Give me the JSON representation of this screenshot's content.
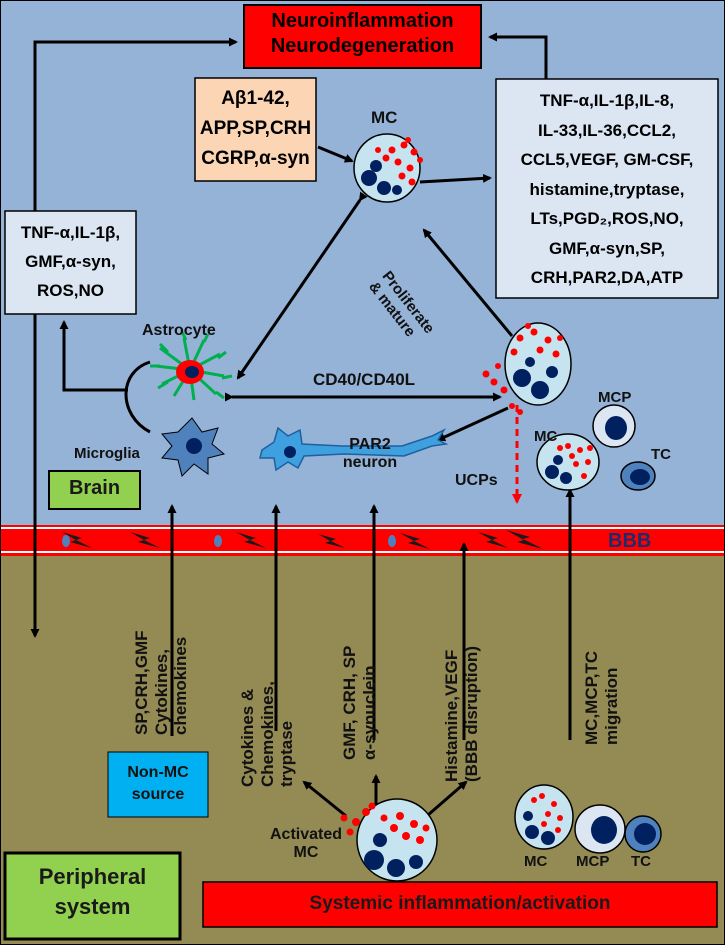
{
  "title_box": {
    "line1": "Neuroinflammation",
    "line2": "Neurodegeneration"
  },
  "stimuli_box": {
    "lines": [
      "Aβ1-42,",
      "APP,SP,CRH",
      "CGRP,α-syn"
    ]
  },
  "mediators_box": {
    "lines": [
      "TNF-α,IL-1β,IL-8,",
      "IL-33,IL-36,CCL2,",
      "CCL5,VEGF, GM-CSF,",
      "histamine,tryptase,",
      "LTs,PGD₂,ROS,NO,",
      "GMF,α-syn,SP,",
      "CRH,PAR2,DA,ATP"
    ]
  },
  "glia_box": {
    "lines": [
      "TNF-α,IL-1β,",
      "GMF,α-syn,",
      "ROS,NO"
    ]
  },
  "cells": {
    "mc_top": "MC",
    "astrocyte": "Astrocyte",
    "microglia": "Microglia",
    "neuron_line1": "PAR2",
    "neuron_line2": "neuron",
    "cd40": "CD40/CD40L",
    "proliferate_line1": "Proliferate",
    "proliferate_line2": "& mature",
    "ucps": "UCPs",
    "mcp": "MCP",
    "mc_brain": "MC",
    "tc": "TC",
    "activated_line1": "Activated",
    "activated_line2": "MC",
    "mc_bottom": "MC",
    "mcp_bottom": "MCP",
    "tc_bottom": "TC"
  },
  "regions": {
    "brain": "Brain",
    "bbb": "BBB",
    "peripheral_line1": "Peripheral",
    "peripheral_line2": "system"
  },
  "non_mc_source": {
    "line1": "Non-MC",
    "line2": "source"
  },
  "systemic": "Systemic inflammation/activation",
  "vertical_labels": {
    "sp_crh_line1": "SP,CRH,GMF",
    "sp_crh_line2": "Cytokines,",
    "sp_crh_line3": "chemokines",
    "cytokines_line1": "Cytokines &",
    "cytokines_line2": "Chemokines,",
    "cytokines_line3": "tryptase",
    "gmf_line1": "GMF, CRH, SP",
    "gmf_line2": "α-synuclein",
    "histamine_line1": "Histamine,VEGF",
    "histamine_line2": "(BBB disruption)",
    "migration_line1": "MC,MCP,TC",
    "migration_line2": "migration"
  },
  "colors": {
    "brain_bg": "#95b3d7",
    "periphery_bg": "#948a54",
    "bbb_red": "#ff0000",
    "title_red": "#ff0000",
    "stimuli_bg": "#fcd5b5",
    "mediator_bg": "#dce6f2",
    "brain_tag": "#92d050",
    "non_mc_blue": "#00b0f0",
    "cell_fill": "#c6e4ef",
    "nucleus": "#002060",
    "granule": "#ff0000",
    "astro_green": "#00b050",
    "neuron_blue": "#3fa0e0",
    "microglia_blue": "#4f81bd"
  }
}
